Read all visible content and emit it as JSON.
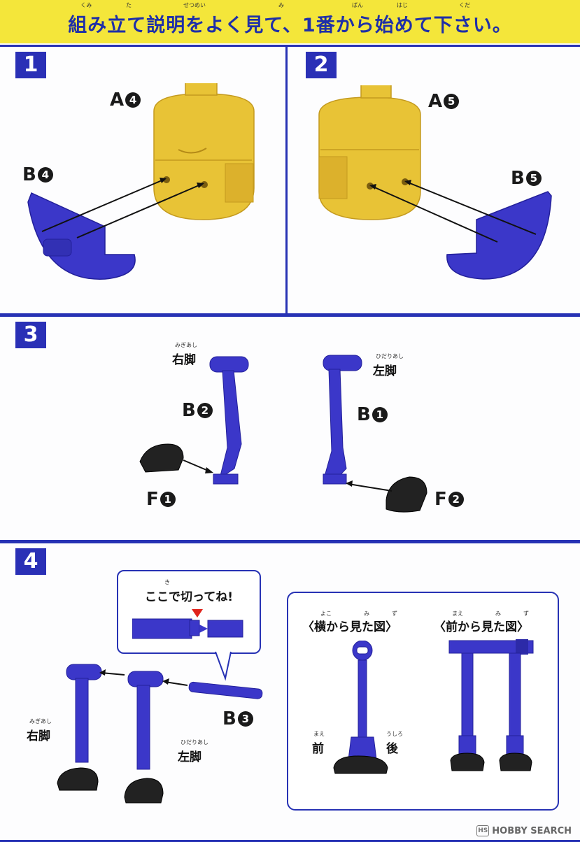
{
  "banner": {
    "title": "組み立て説明をよく見て、1番から始めて下さい。",
    "ruby": [
      "くみ",
      "た",
      "せつめい",
      "み",
      "ばん",
      "はじ",
      "くだ"
    ]
  },
  "steps": [
    {
      "number": "1",
      "labels": {
        "top_part": "A",
        "top_num": "4",
        "side_part": "B",
        "side_num": "4"
      }
    },
    {
      "number": "2",
      "labels": {
        "top_part": "A",
        "top_num": "5",
        "side_part": "B",
        "side_num": "5"
      }
    },
    {
      "number": "3",
      "right_leg": {
        "text": "右脚",
        "ruby": "みぎあし",
        "part": "B",
        "part_num": "2",
        "foot": "F",
        "foot_num": "1"
      },
      "left_leg": {
        "text": "左脚",
        "ruby": "ひだりあし",
        "part": "B",
        "part_num": "1",
        "foot": "F",
        "foot_num": "2"
      }
    },
    {
      "number": "4",
      "callout": {
        "text": "ここで切ってね!",
        "ruby": "き"
      },
      "rod": {
        "part": "B",
        "part_num": "3"
      },
      "right_leg": {
        "text": "右脚",
        "ruby": "みぎあし"
      },
      "left_leg": {
        "text": "左脚",
        "ruby": "ひだりあし"
      },
      "reference": {
        "side_view": {
          "text": "〈横から見た図〉",
          "ruby_1": "よこ",
          "ruby_2": "み",
          "ruby_3": "ず",
          "front": "前",
          "front_ruby": "まえ",
          "back": "後",
          "back_ruby": "うしろ"
        },
        "front_view": {
          "text": "〈前から見た図〉",
          "ruby_1": "まえ",
          "ruby_2": "み",
          "ruby_3": "ず"
        }
      }
    }
  ],
  "watermark": {
    "text": "HOBBY SEARCH",
    "badge": "HS"
  },
  "colors": {
    "banner": "#f4e63a",
    "accent": "#2732b4",
    "part_blue": "#3b37c9",
    "part_yellow": "#e8c336",
    "foot": "#222222"
  }
}
